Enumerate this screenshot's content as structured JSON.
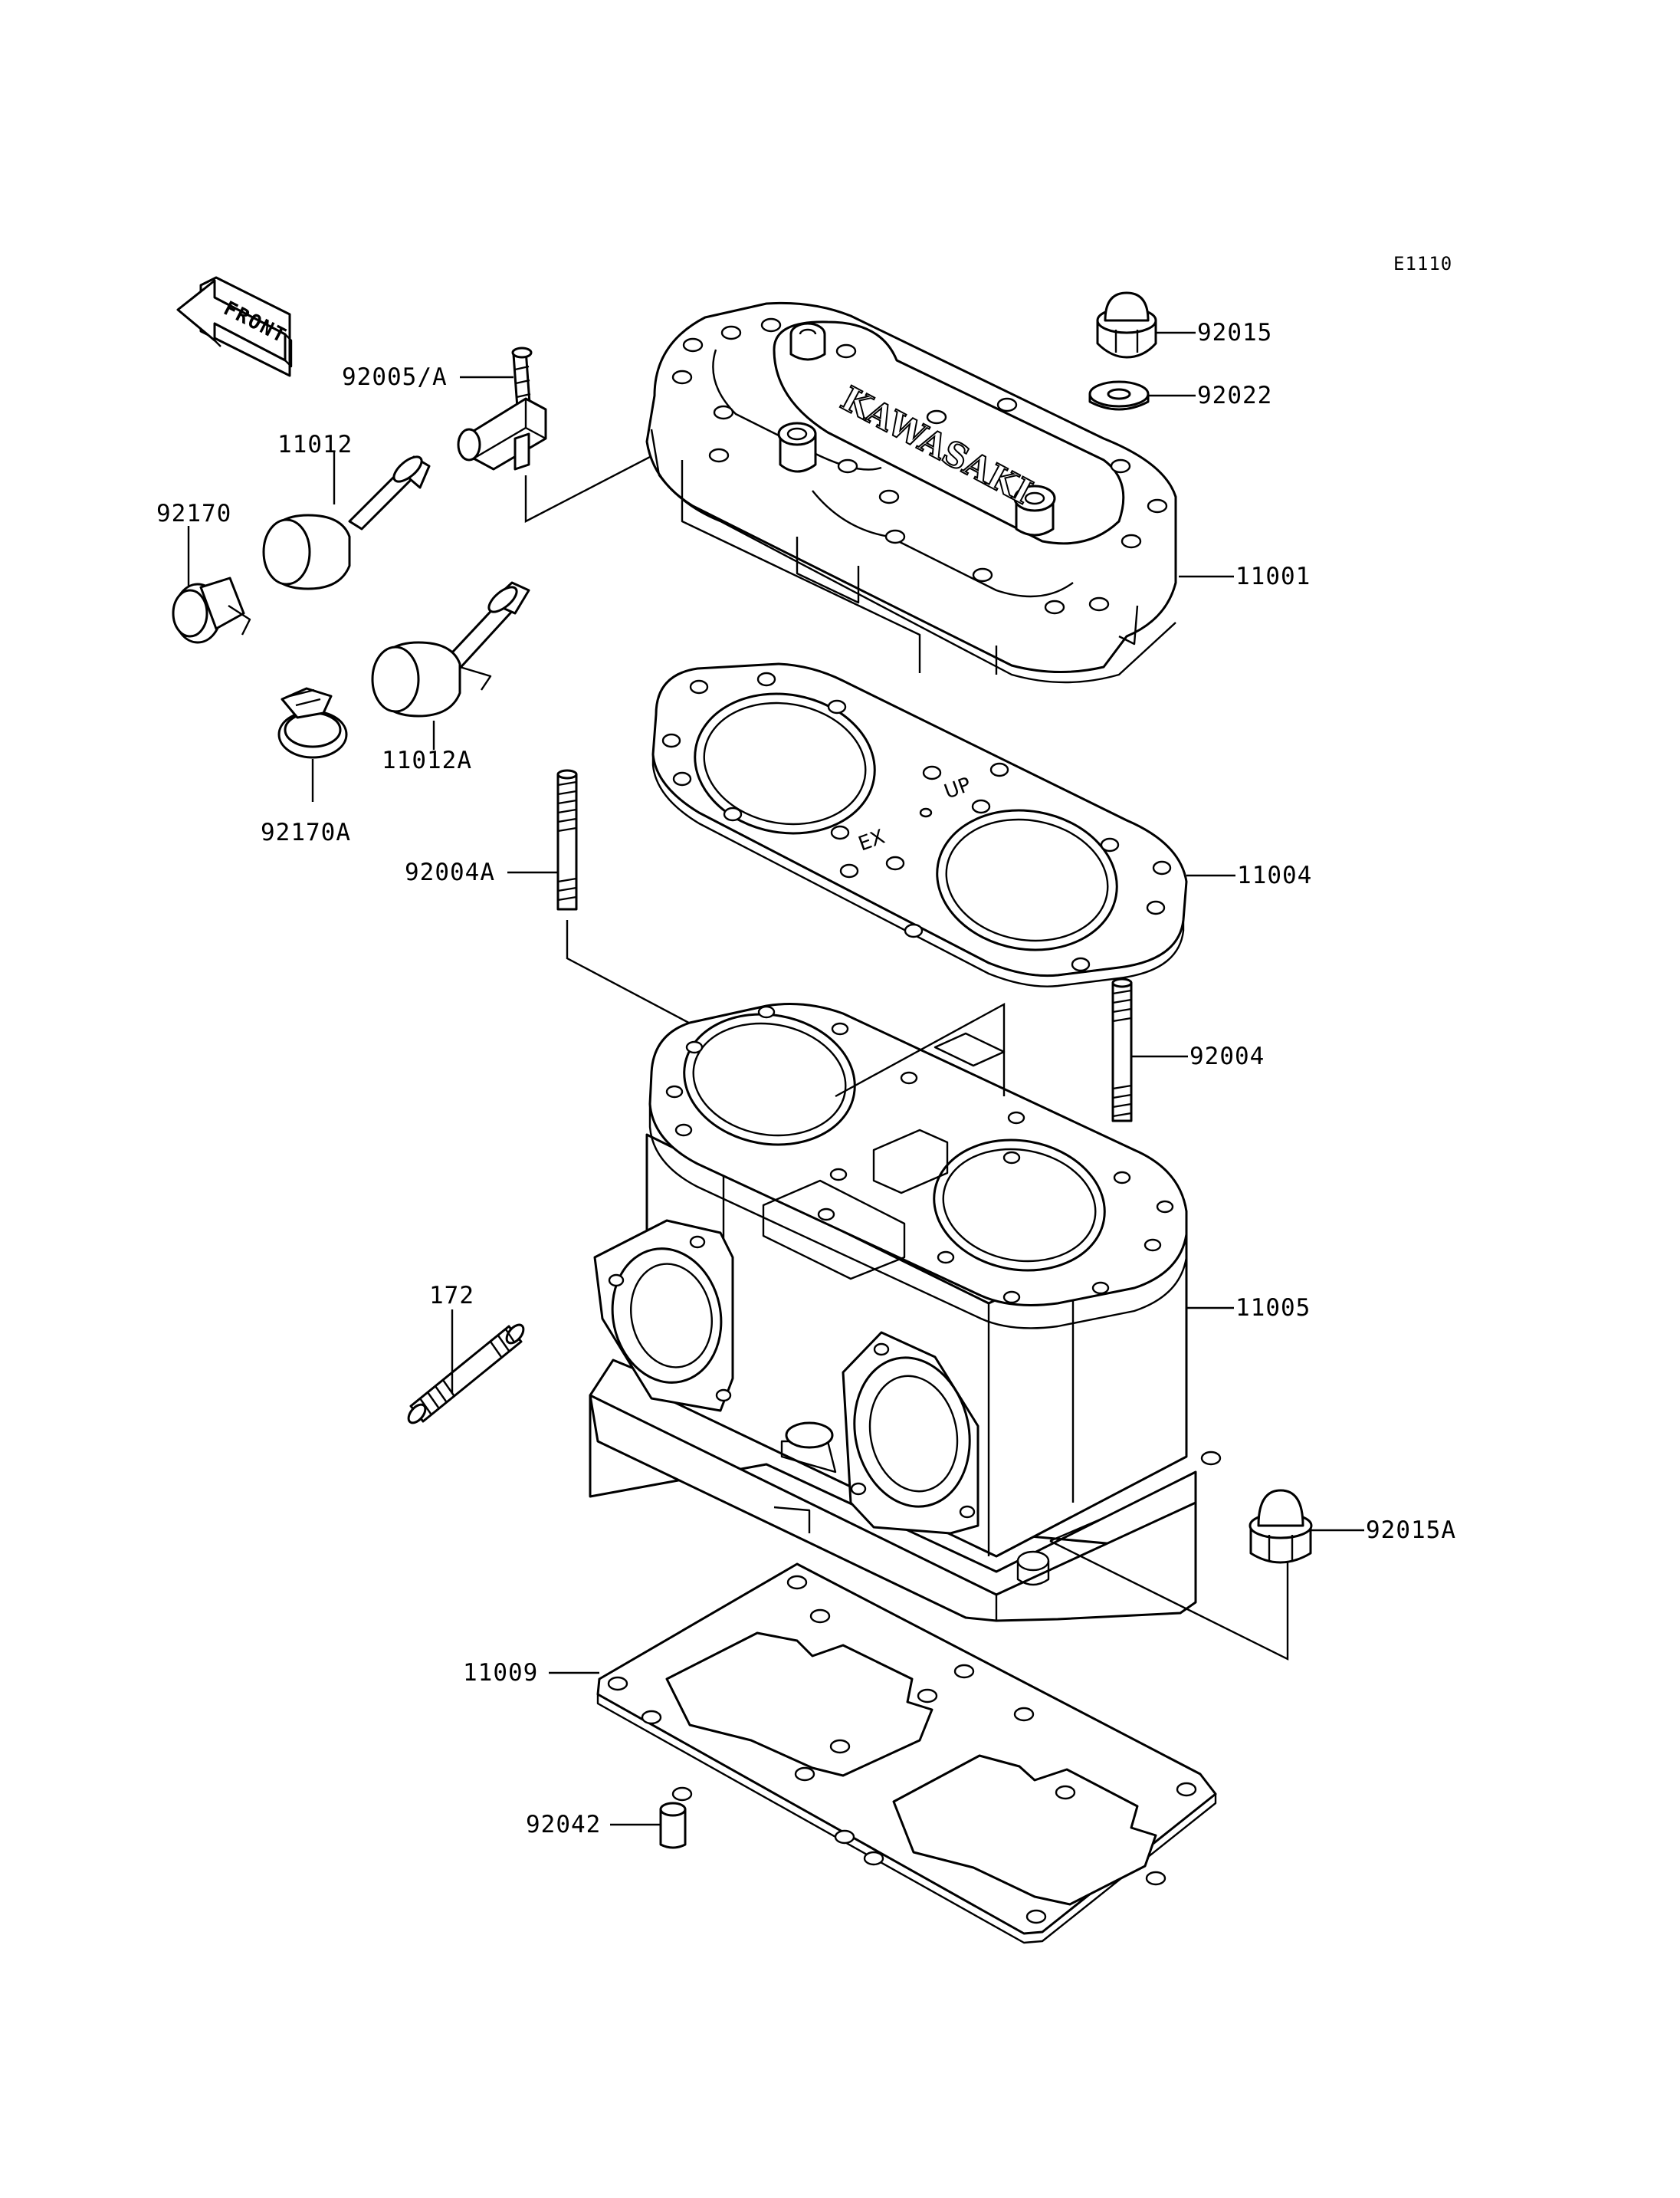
{
  "diagram_code": "E1110",
  "front_label": "FRONT",
  "labels": {
    "p92015": "92015",
    "p92022": "92022",
    "p92005A": "92005/A",
    "p11012": "11012",
    "p92170": "92170",
    "p11001": "11001",
    "p11012A": "11012A",
    "p92170A": "92170A",
    "p92004A": "92004A",
    "p11004": "11004",
    "p92004": "92004",
    "p172": "172",
    "p11005": "11005",
    "p92015A": "92015A",
    "p11009": "11009",
    "p92042": "92042"
  },
  "engraved_text": {
    "cylinder_head_brand": "KAWASAKI",
    "gasket_up": "UP",
    "gasket_ex": "EX"
  },
  "colors": {
    "ink": "#000000",
    "paper": "#ffffff"
  }
}
